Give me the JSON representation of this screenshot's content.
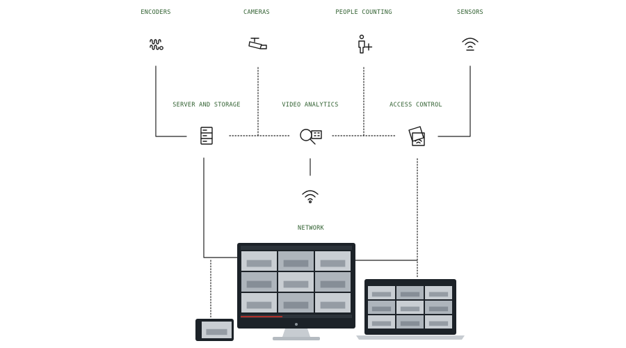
{
  "labels": {
    "encoders": "ENCODERS",
    "cameras": "CAMERAS",
    "people_counting": "PEOPLE COUNTING",
    "sensors": "SENSORS",
    "server_and_storage": "SERVER AND STORAGE",
    "video_analytics": "VIDEO ANALYTICS",
    "access_control": "ACCESS CONTROL",
    "network": "NETWORK"
  },
  "colors": {
    "label_text": "#2f5f2f",
    "line": "#222222",
    "icon": "#1a1a1a",
    "screen_bezel": "#1c2228",
    "feed_light": "#c9ced3",
    "feed_dark": "#56606a"
  },
  "icons": {
    "encoders": "encoder-icon",
    "cameras": "security-camera-icon",
    "people_counting": "person-plus-icon",
    "sensors": "wireless-signal-icon",
    "server_and_storage": "server-icon",
    "video_analytics": "magnifier-analytics-icon",
    "access_control": "access-card-icon",
    "network": "wifi-icon"
  },
  "devices": [
    "smartphone",
    "desktop-monitor",
    "laptop"
  ]
}
